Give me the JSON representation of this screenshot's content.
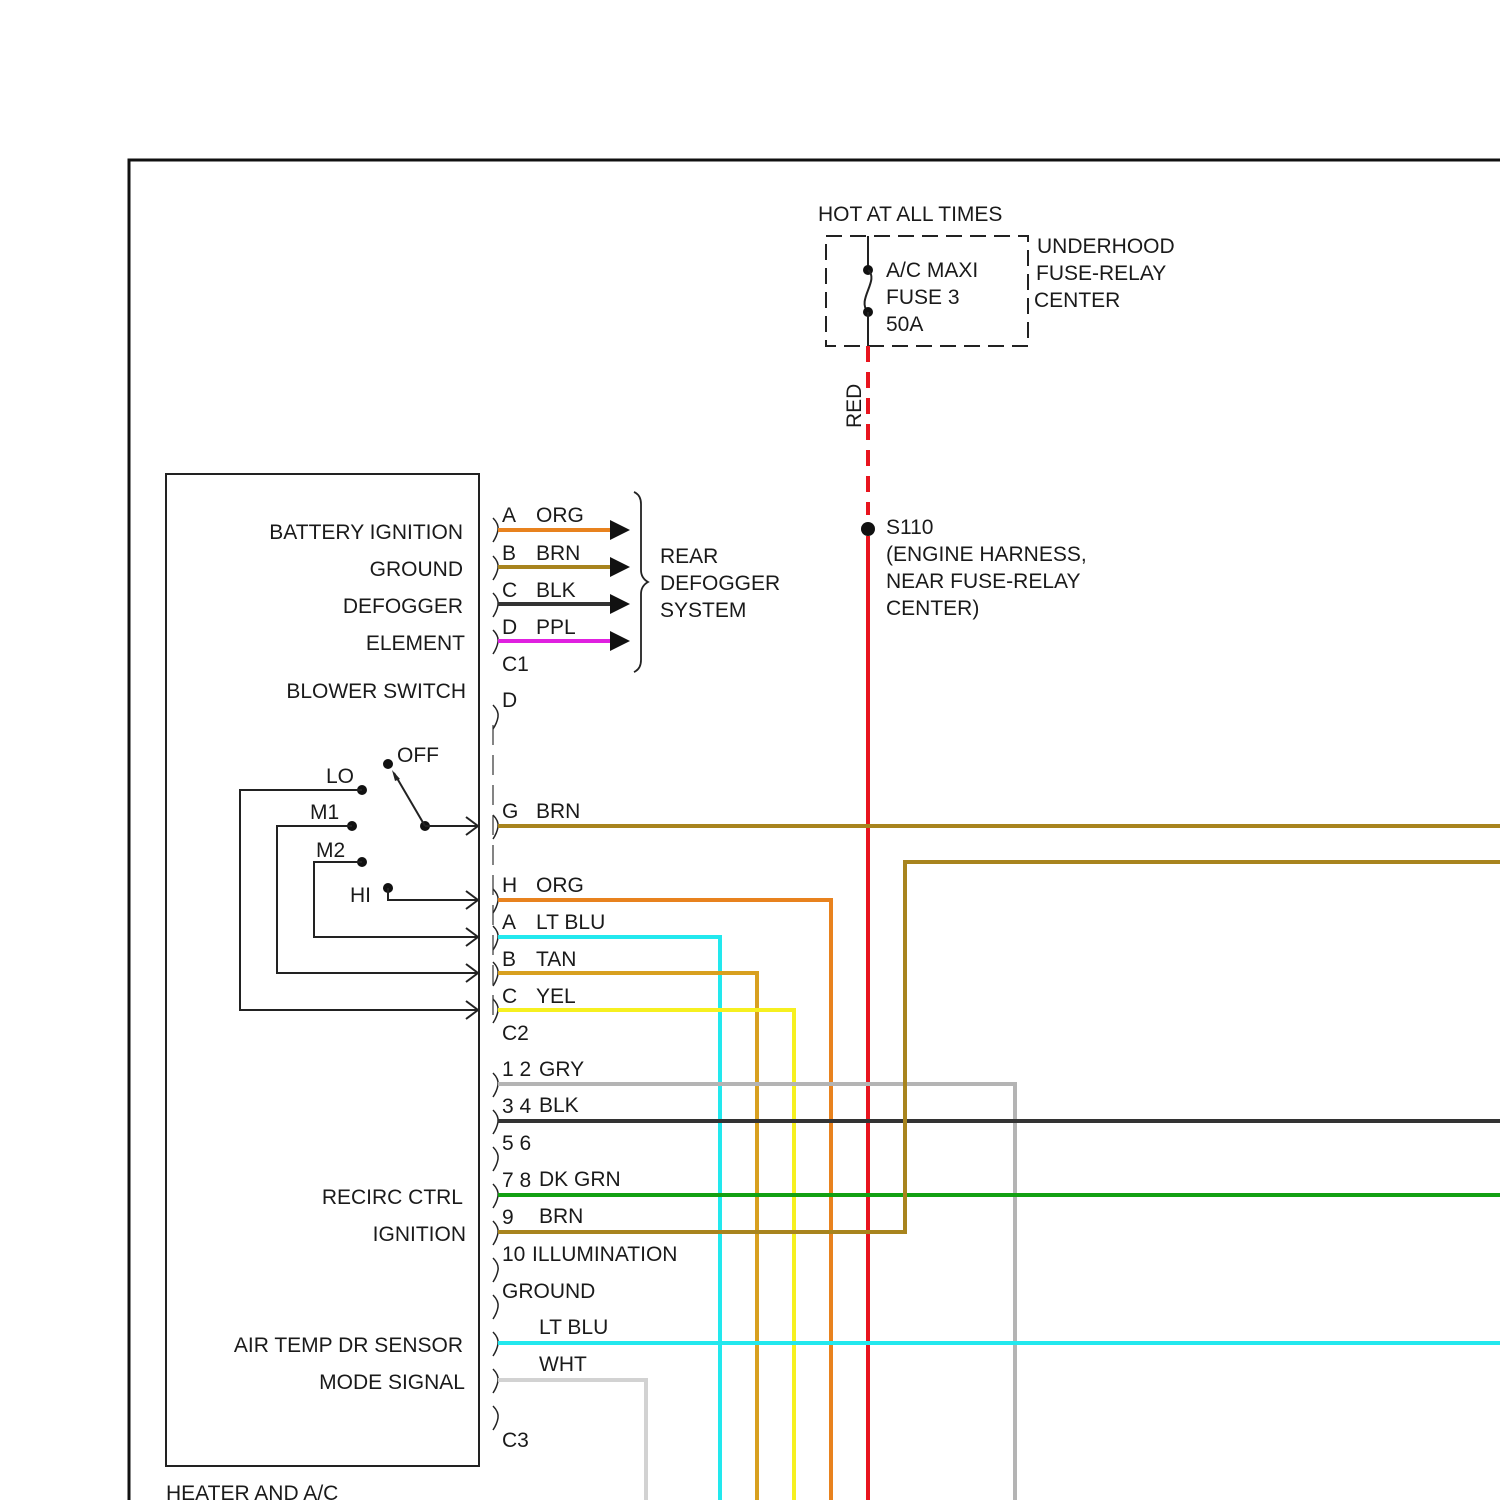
{
  "fuse": {
    "hot_label": "HOT AT ALL TIMES",
    "name_line1": "A/C MAXI",
    "name_line2": "FUSE 3",
    "rating": "50A",
    "center_line1": "UNDERHOOD",
    "center_line2": "FUSE-RELAY",
    "center_line3": "CENTER"
  },
  "feed_wire": {
    "color_label": "RED",
    "color": "#e8141e"
  },
  "splice": {
    "id": "S110",
    "desc_line1": "(ENGINE HARNESS,",
    "desc_line2": "NEAR FUSE-RELAY",
    "desc_line3": "CENTER)"
  },
  "module": {
    "name": "HEATER AND A/C",
    "labels": {
      "battery_ignition": "BATTERY IGNITION",
      "ground": "GROUND",
      "defogger": "DEFOGGER",
      "element": "ELEMENT",
      "blower_switch": "BLOWER SWITCH",
      "recirc_ctrl": "RECIRC CTRL",
      "ignition": "IGNITION",
      "air_temp_dr_sensor": "AIR TEMP DR SENSOR",
      "mode_signal": "MODE SIGNAL"
    },
    "switch_positions": {
      "off": "OFF",
      "lo": "LO",
      "m1": "M1",
      "m2": "M2",
      "hi": "HI"
    }
  },
  "rear_defogger": {
    "line1": "REAR",
    "line2": "DEFOGGER",
    "line3": "SYSTEM"
  },
  "connectors": {
    "c1": {
      "name": "C1",
      "pins": [
        {
          "pin": "A",
          "wire": "ORG",
          "color": "#e8821e"
        },
        {
          "pin": "B",
          "wire": "BRN",
          "color": "#a8841e"
        },
        {
          "pin": "C",
          "wire": "BLK",
          "color": "#333333"
        },
        {
          "pin": "D",
          "wire": "PPL",
          "color": "#e020e0"
        }
      ]
    },
    "blower": {
      "pins": [
        {
          "pin": "D",
          "wire": ""
        },
        {
          "pin": "G",
          "wire": "BRN",
          "color": "#a8841e"
        },
        {
          "pin": "H",
          "wire": "ORG",
          "color": "#e8821e"
        }
      ]
    },
    "c2": {
      "name": "C2",
      "pins": [
        {
          "pin": "A",
          "wire": "LT BLU",
          "color": "#22e8ee"
        },
        {
          "pin": "B",
          "wire": "TAN",
          "color": "#d8a020"
        },
        {
          "pin": "C",
          "wire": "YEL",
          "color": "#f6f020"
        }
      ]
    },
    "c3": {
      "name": "C3",
      "pins": [
        {
          "pin": "1 2",
          "wire": "GRY",
          "color": "#b4b4b4"
        },
        {
          "pin": "3 4",
          "wire": "BLK",
          "color": "#333333"
        },
        {
          "pin": "5 6",
          "wire": ""
        },
        {
          "pin": "7 8",
          "wire": "DK GRN",
          "color": "#12a012"
        },
        {
          "pin": "9",
          "wire": "BRN",
          "color": "#a8841e"
        },
        {
          "pin": "10",
          "wire": "ILLUMINATION"
        },
        {
          "pin": "",
          "wire": "GROUND"
        },
        {
          "pin": "",
          "wire": "LT BLU",
          "color": "#22e8ee"
        },
        {
          "pin": "",
          "wire": "WHT",
          "color": "#d2d2d2"
        }
      ]
    }
  }
}
